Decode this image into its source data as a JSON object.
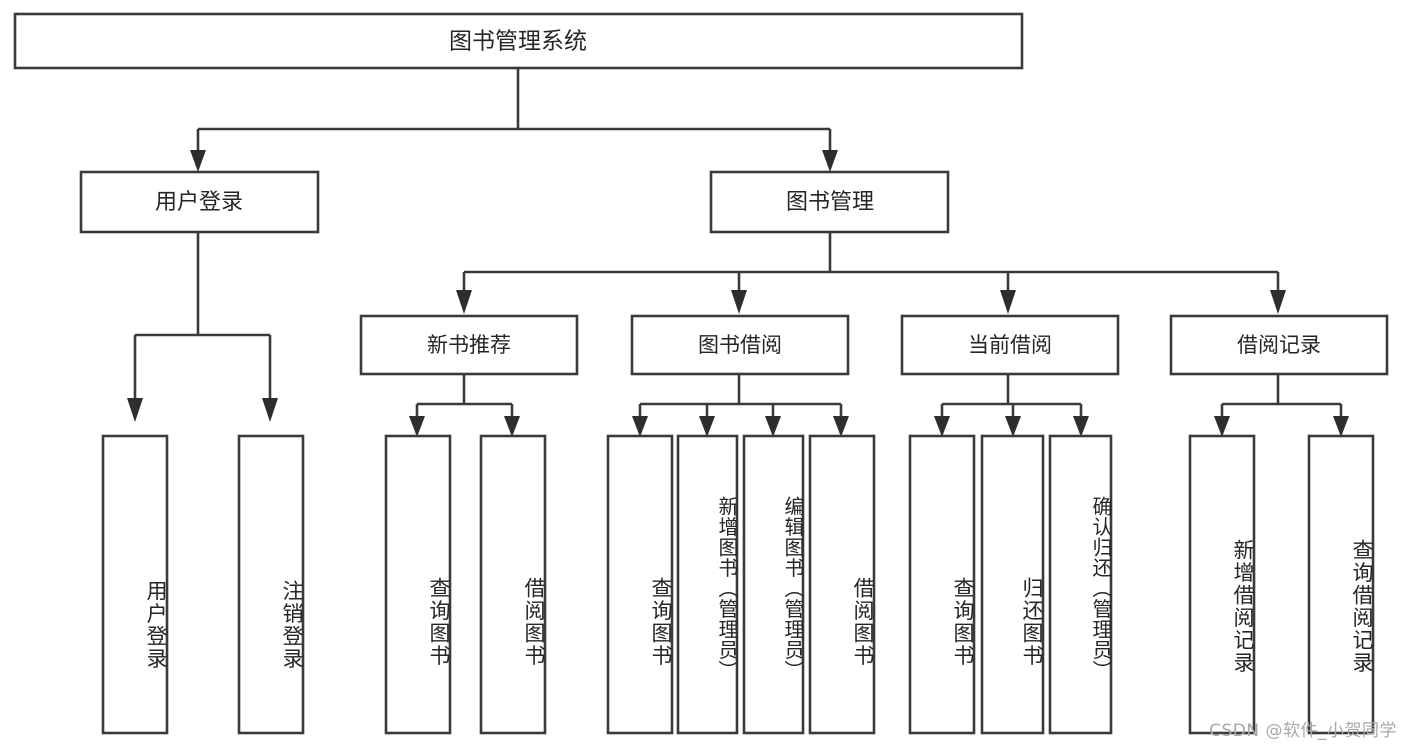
{
  "diagram": {
    "title": "图书管理系统",
    "type": "hierarchy-tree",
    "root": {
      "label": "图书管理系统",
      "orientation": "horizontal"
    },
    "level2": [
      {
        "label": "用户登录",
        "orientation": "horizontal"
      },
      {
        "label": "图书管理",
        "orientation": "horizontal"
      }
    ],
    "level3": [
      {
        "label": "新书推荐",
        "orientation": "horizontal"
      },
      {
        "label": "图书借阅",
        "orientation": "horizontal"
      },
      {
        "label": "当前借阅",
        "orientation": "horizontal"
      },
      {
        "label": "借阅记录",
        "orientation": "horizontal"
      }
    ],
    "leaves": [
      {
        "label": "用户登录",
        "parent": "用户登录",
        "orientation": "vertical"
      },
      {
        "label": "注销登录",
        "parent": "用户登录",
        "orientation": "vertical"
      },
      {
        "label": "查询图书",
        "parent": "新书推荐",
        "orientation": "vertical"
      },
      {
        "label": "借阅图书",
        "parent": "新书推荐",
        "orientation": "vertical"
      },
      {
        "label": "查询图书",
        "parent": "图书借阅",
        "orientation": "vertical"
      },
      {
        "label": "新增图书（管理员）",
        "parent": "图书借阅",
        "orientation": "vertical"
      },
      {
        "label": "编辑图书（管理员）",
        "parent": "图书借阅",
        "orientation": "vertical"
      },
      {
        "label": "借阅图书",
        "parent": "图书借阅",
        "orientation": "vertical"
      },
      {
        "label": "查询图书",
        "parent": "当前借阅",
        "orientation": "vertical"
      },
      {
        "label": "归还图书",
        "parent": "当前借阅",
        "orientation": "vertical"
      },
      {
        "label": "确认归还（管理员）",
        "parent": "当前借阅",
        "orientation": "vertical"
      },
      {
        "label": "新增借阅记录",
        "parent": "借阅记录",
        "orientation": "vertical"
      },
      {
        "label": "查询借阅记录",
        "parent": "借阅记录",
        "orientation": "vertical"
      }
    ],
    "colors": {
      "background": "#ffffff",
      "box_fill": "#ffffff",
      "box_stroke": "#3a3a3a",
      "connector": "#3a3a3a",
      "text": "#262626",
      "watermark": "#a8a8a8"
    }
  },
  "watermark": {
    "text": "CSDN @软件_小贺同学"
  }
}
